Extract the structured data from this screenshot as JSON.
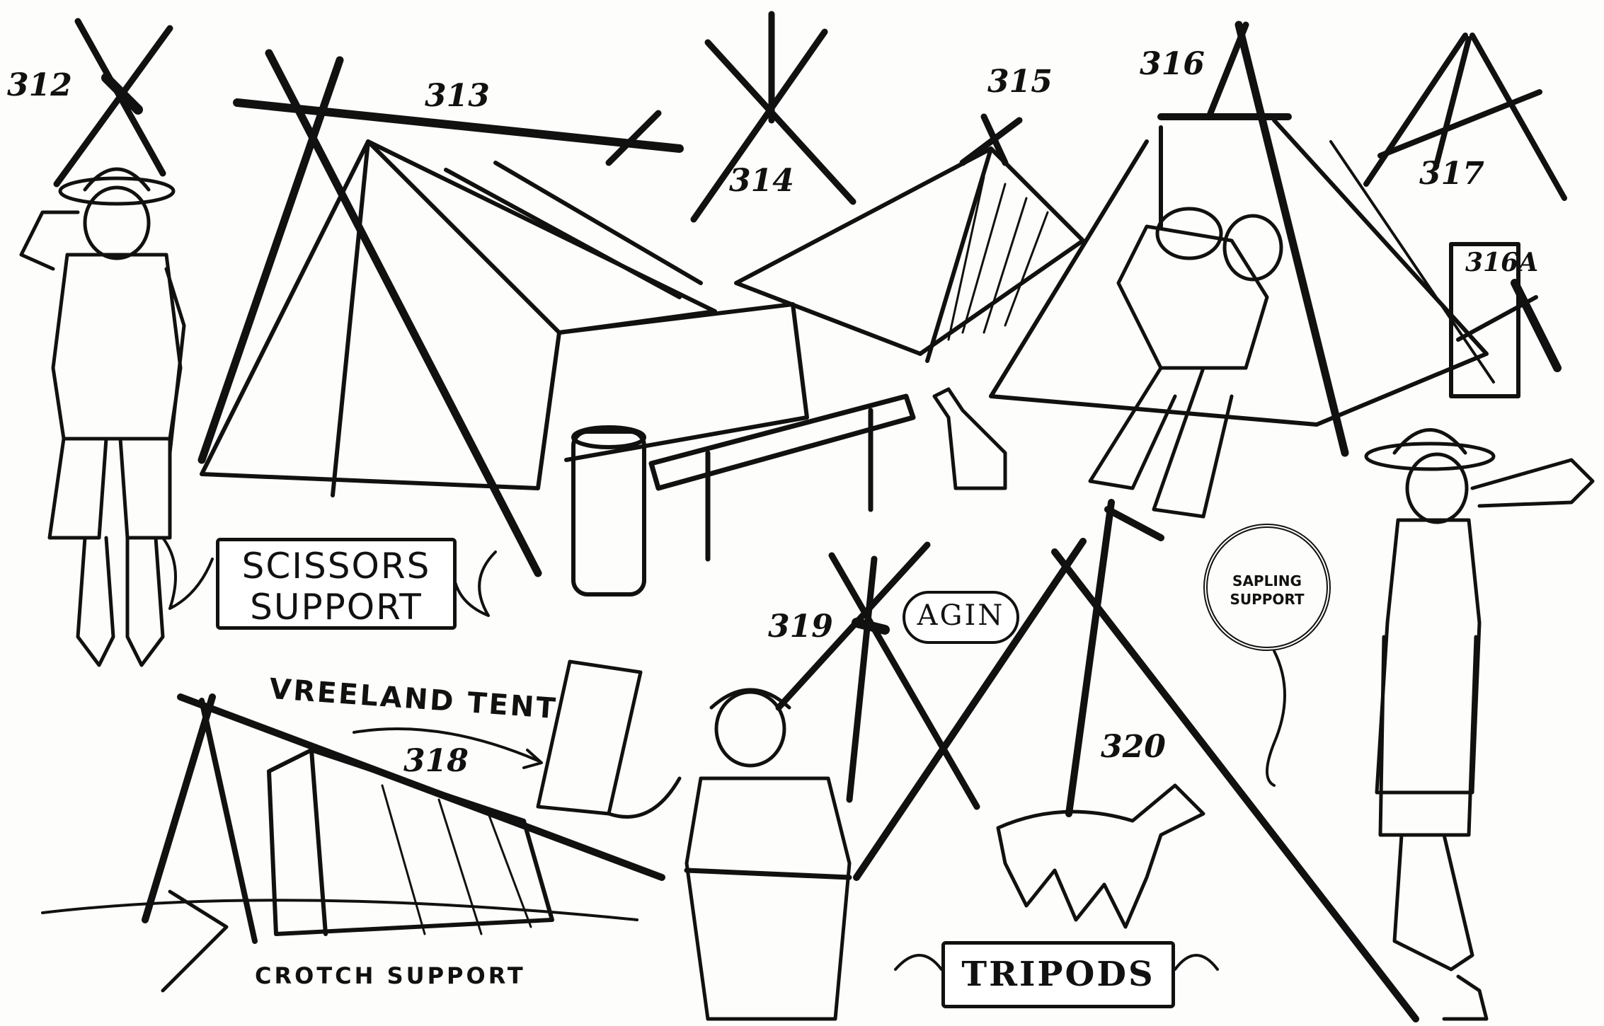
{
  "figure_numbers": {
    "n312": "312",
    "n313": "313",
    "n314": "314",
    "n315": "315",
    "n316": "316",
    "n316a": "316A",
    "n317": "317",
    "n318": "318",
    "n319": "319",
    "n320": "320"
  },
  "captions": {
    "scissors_line1": "SCISSORS",
    "scissors_line2": "SUPPORT",
    "vreeland": "VREELAND TENT",
    "crotch": "CROTCH SUPPORT",
    "agin": "AGIN",
    "tripods": "TRIPODS",
    "sapling": "SAPLING SUPPORT"
  },
  "colors": {
    "ink": "#111111",
    "paper": "#fdfdfb"
  }
}
